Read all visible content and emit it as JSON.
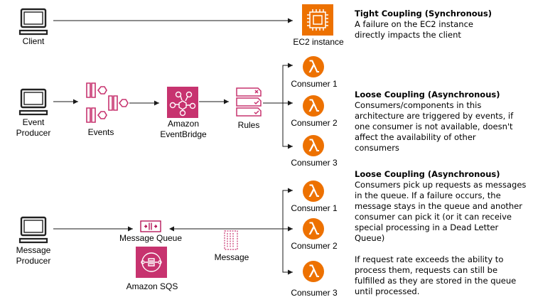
{
  "colors": {
    "line": "#1a1a1a",
    "ec2_orange": "#ED7100",
    "lambda_orange": "#ED7100",
    "pink": "#C7336F",
    "pink_dark": "#B0084D"
  },
  "icons": {
    "computer": "computer-icon",
    "ec2": "ec2-chip-icon",
    "lambda": "lambda-icon",
    "eventbridge": "eventbridge-icon",
    "sqs": "sqs-icon",
    "rules": "rules-icon",
    "events": "events-icon",
    "queue": "message-queue-icon",
    "message": "message-icon"
  },
  "row1": {
    "client": "Client",
    "ec2": "EC2 instance",
    "title": "Tight Coupling (Synchronous)",
    "desc": "A failure on the EC2 instance directly impacts the client"
  },
  "row2": {
    "producer": "Event\nProducer",
    "events": "Events",
    "eventbridge": "Amazon\nEventBridge",
    "rules": "Rules",
    "consumers": [
      "Consumer 1",
      "Consumer 2",
      "Consumer 3"
    ],
    "title": "Loose Coupling (Asynchronous)",
    "desc": "Consumers/components in this architecture are triggered by events, if one consumer is not available, doesn't affect the availability of other consumers"
  },
  "row3": {
    "producer": "Message\nProducer",
    "queue": "Message Queue",
    "sqs": "Amazon SQS",
    "message": "Message",
    "consumers": [
      "Consumer 1",
      "Consumer 2",
      "Consumer 3"
    ],
    "title": "Loose Coupling (Asynchronous)",
    "desc": "Consumers pick up requests as messages in the queue. If a failure occurs, the message stays in the queue and another consumer can pick it (or it can receive special processing in a Dead Letter Queue)",
    "desc2": "If request rate exceeds the ability to process them, requests can still be fulfilled as they are stored in the queue until processed."
  }
}
